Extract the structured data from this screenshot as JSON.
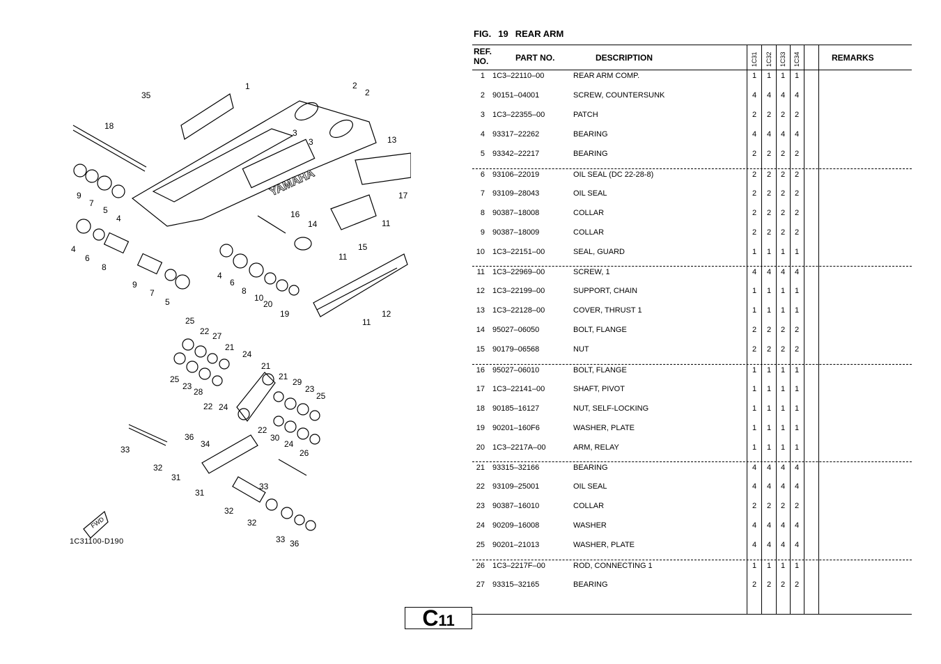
{
  "figure": {
    "fig_label": "FIG.",
    "fig_number": "19",
    "title": "REAR ARM"
  },
  "headers": {
    "ref_line1": "REF.",
    "ref_line2": "NO.",
    "part_no": "PART NO.",
    "description": "DESCRIPTION",
    "models": [
      "1C31",
      "1C32",
      "1C33",
      "1C34"
    ],
    "remarks": "REMARKS"
  },
  "rows": [
    {
      "ref": "1",
      "part": "1C3–22110–00",
      "desc": "REAR ARM COMP.",
      "q": [
        "1",
        "1",
        "1",
        "1"
      ]
    },
    {
      "ref": "2",
      "part": "90151–04001",
      "desc": "SCREW, COUNTERSUNK",
      "q": [
        "4",
        "4",
        "4",
        "4"
      ]
    },
    {
      "ref": "3",
      "part": "1C3–22355–00",
      "desc": "PATCH",
      "q": [
        "2",
        "2",
        "2",
        "2"
      ]
    },
    {
      "ref": "4",
      "part": "93317–22262",
      "desc": "BEARING",
      "q": [
        "4",
        "4",
        "4",
        "4"
      ]
    },
    {
      "ref": "5",
      "part": "93342–22217",
      "desc": "BEARING",
      "q": [
        "2",
        "2",
        "2",
        "2"
      ]
    },
    {
      "ref": "6",
      "part": "93106–22019",
      "desc": "OIL SEAL (DC 22-28-8)",
      "q": [
        "2",
        "2",
        "2",
        "2"
      ]
    },
    {
      "ref": "7",
      "part": "93109–28043",
      "desc": "OIL SEAL",
      "q": [
        "2",
        "2",
        "2",
        "2"
      ]
    },
    {
      "ref": "8",
      "part": "90387–18008",
      "desc": "COLLAR",
      "q": [
        "2",
        "2",
        "2",
        "2"
      ]
    },
    {
      "ref": "9",
      "part": "90387–18009",
      "desc": "COLLAR",
      "q": [
        "2",
        "2",
        "2",
        "2"
      ]
    },
    {
      "ref": "10",
      "part": "1C3–22151–00",
      "desc": "SEAL, GUARD",
      "q": [
        "1",
        "1",
        "1",
        "1"
      ]
    },
    {
      "ref": "11",
      "part": "1C3–22969–00",
      "desc": "SCREW, 1",
      "q": [
        "4",
        "4",
        "4",
        "4"
      ]
    },
    {
      "ref": "12",
      "part": "1C3–22199–00",
      "desc": "SUPPORT, CHAIN",
      "q": [
        "1",
        "1",
        "1",
        "1"
      ]
    },
    {
      "ref": "13",
      "part": "1C3–22128–00",
      "desc": "COVER, THRUST 1",
      "q": [
        "1",
        "1",
        "1",
        "1"
      ]
    },
    {
      "ref": "14",
      "part": "95027–06050",
      "desc": "BOLT, FLANGE",
      "q": [
        "2",
        "2",
        "2",
        "2"
      ]
    },
    {
      "ref": "15",
      "part": "90179–06568",
      "desc": "NUT",
      "q": [
        "2",
        "2",
        "2",
        "2"
      ]
    },
    {
      "ref": "16",
      "part": "95027–06010",
      "desc": "BOLT, FLANGE",
      "q": [
        "1",
        "1",
        "1",
        "1"
      ]
    },
    {
      "ref": "17",
      "part": "1C3–22141–00",
      "desc": "SHAFT, PIVOT",
      "q": [
        "1",
        "1",
        "1",
        "1"
      ]
    },
    {
      "ref": "18",
      "part": "90185–16127",
      "desc": "NUT, SELF-LOCKING",
      "q": [
        "1",
        "1",
        "1",
        "1"
      ]
    },
    {
      "ref": "19",
      "part": "90201–160F6",
      "desc": "WASHER, PLATE",
      "q": [
        "1",
        "1",
        "1",
        "1"
      ]
    },
    {
      "ref": "20",
      "part": "1C3–2217A–00",
      "desc": "ARM, RELAY",
      "q": [
        "1",
        "1",
        "1",
        "1"
      ]
    },
    {
      "ref": "21",
      "part": "93315–32166",
      "desc": "BEARING",
      "q": [
        "4",
        "4",
        "4",
        "4"
      ]
    },
    {
      "ref": "22",
      "part": "93109–25001",
      "desc": "OIL SEAL",
      "q": [
        "4",
        "4",
        "4",
        "4"
      ]
    },
    {
      "ref": "23",
      "part": "90387–16010",
      "desc": "COLLAR",
      "q": [
        "2",
        "2",
        "2",
        "2"
      ]
    },
    {
      "ref": "24",
      "part": "90209–16008",
      "desc": "WASHER",
      "q": [
        "4",
        "4",
        "4",
        "4"
      ]
    },
    {
      "ref": "25",
      "part": "90201–21013",
      "desc": "WASHER, PLATE",
      "q": [
        "4",
        "4",
        "4",
        "4"
      ]
    },
    {
      "ref": "26",
      "part": "1C3–2217F–00",
      "desc": "ROD, CONNECTING 1",
      "q": [
        "1",
        "1",
        "1",
        "1"
      ]
    },
    {
      "ref": "27",
      "part": "93315–32165",
      "desc": "BEARING",
      "q": [
        "2",
        "2",
        "2",
        "2"
      ]
    }
  ],
  "diagram": {
    "code": "1C31100-D190",
    "callouts": [
      "1",
      "2",
      "2",
      "3",
      "3",
      "4",
      "4",
      "4",
      "5",
      "5",
      "6",
      "6",
      "7",
      "7",
      "8",
      "8",
      "9",
      "9",
      "10",
      "11",
      "11",
      "11",
      "12",
      "13",
      "14",
      "15",
      "16",
      "17",
      "18",
      "19",
      "20",
      "21",
      "21",
      "21",
      "22",
      "22",
      "22",
      "23",
      "23",
      "24",
      "24",
      "24",
      "25",
      "25",
      "25",
      "26",
      "27",
      "28",
      "29",
      "30",
      "31",
      "31",
      "32",
      "32",
      "32",
      "33",
      "33",
      "33",
      "34",
      "35",
      "36",
      "36"
    ],
    "brand_mark": "YAMAHA",
    "fwd_mark": "FWD"
  },
  "page_tag": {
    "letter": "C",
    "number": "11"
  }
}
